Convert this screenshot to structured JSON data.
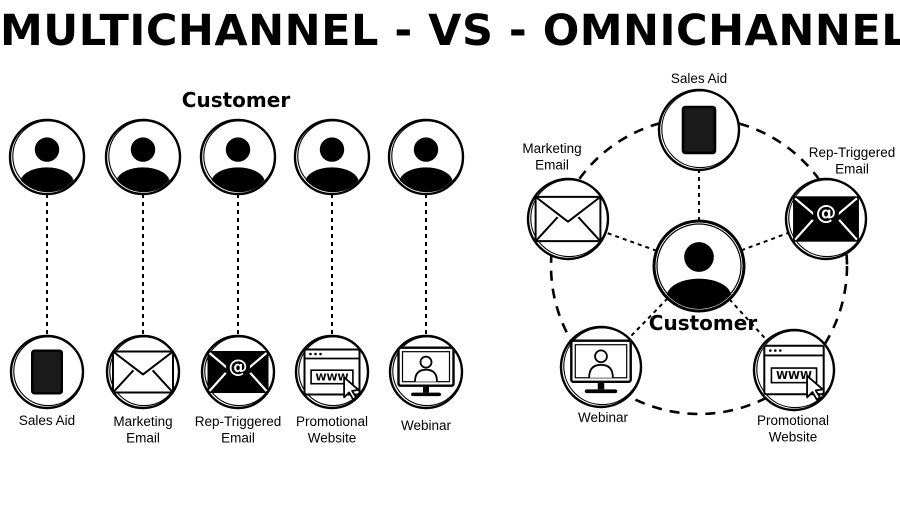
{
  "title": "MULTICHANNEL - VS - OMNICHANNEL",
  "multichannel": {
    "customer_label": "Customer",
    "channels": [
      {
        "icon": "tablet-icon",
        "label_lines": [
          "Sales Aid"
        ]
      },
      {
        "icon": "envelope-icon",
        "label_lines": [
          "Marketing",
          "Email"
        ]
      },
      {
        "icon": "at-envelope-icon",
        "label_lines": [
          "Rep-Triggered",
          "Email"
        ]
      },
      {
        "icon": "www-browser-icon",
        "label_lines": [
          "Promotional",
          "Website"
        ]
      },
      {
        "icon": "webinar-monitor-icon",
        "label_lines": [
          "Webinar"
        ]
      }
    ]
  },
  "omnichannel": {
    "customer_label": "Customer",
    "channels": [
      {
        "icon": "tablet-icon",
        "label_lines": [
          "Sales Aid"
        ]
      },
      {
        "icon": "envelope-icon",
        "label_lines": [
          "Marketing",
          "Email"
        ]
      },
      {
        "icon": "at-envelope-icon",
        "label_lines": [
          "Rep-Triggered",
          "Email"
        ]
      },
      {
        "icon": "webinar-monitor-icon",
        "label_lines": [
          "Webinar"
        ]
      },
      {
        "icon": "www-browser-icon",
        "label_lines": [
          "Promotional",
          "Website"
        ]
      }
    ]
  },
  "colors": {
    "ink": "#000000",
    "background": "#ffffff"
  }
}
